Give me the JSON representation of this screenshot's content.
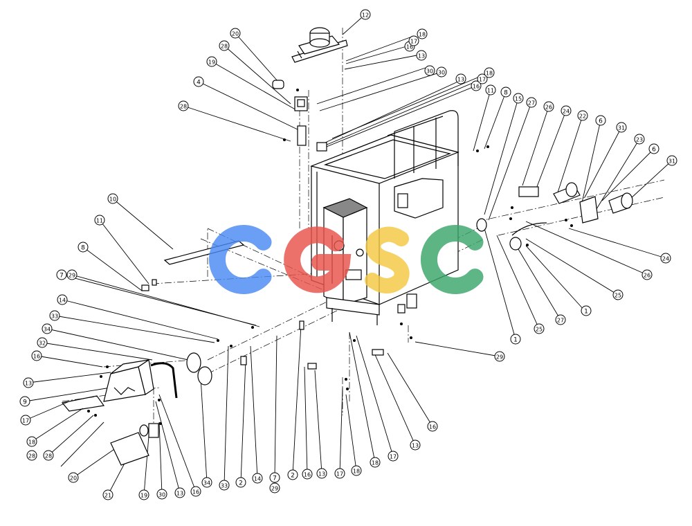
{
  "diagram": {
    "callouts": [
      {
        "label": "1"
      },
      {
        "label": "1"
      },
      {
        "label": "2"
      },
      {
        "label": "2"
      },
      {
        "label": "4"
      },
      {
        "label": "6"
      },
      {
        "label": "6"
      },
      {
        "label": "7"
      },
      {
        "label": "7"
      },
      {
        "label": "8"
      },
      {
        "label": "8"
      },
      {
        "label": "9"
      },
      {
        "label": "10"
      },
      {
        "label": "11"
      },
      {
        "label": "11"
      },
      {
        "label": "12"
      },
      {
        "label": "13"
      },
      {
        "label": "13"
      },
      {
        "label": "13"
      },
      {
        "label": "13"
      },
      {
        "label": "13"
      },
      {
        "label": "13"
      },
      {
        "label": "14"
      },
      {
        "label": "14"
      },
      {
        "label": "15"
      },
      {
        "label": "16"
      },
      {
        "label": "16"
      },
      {
        "label": "16"
      },
      {
        "label": "16"
      },
      {
        "label": "16"
      },
      {
        "label": "16"
      },
      {
        "label": "17"
      },
      {
        "label": "17"
      },
      {
        "label": "17"
      },
      {
        "label": "17"
      },
      {
        "label": "17"
      },
      {
        "label": "18"
      },
      {
        "label": "18"
      },
      {
        "label": "18"
      },
      {
        "label": "18"
      },
      {
        "label": "18"
      },
      {
        "label": "19"
      },
      {
        "label": "19"
      },
      {
        "label": "20"
      },
      {
        "label": "20"
      },
      {
        "label": "21"
      },
      {
        "label": "22"
      },
      {
        "label": "23"
      },
      {
        "label": "24"
      },
      {
        "label": "24"
      },
      {
        "label": "25"
      },
      {
        "label": "25"
      },
      {
        "label": "26"
      },
      {
        "label": "26"
      },
      {
        "label": "27"
      },
      {
        "label": "27"
      },
      {
        "label": "28"
      },
      {
        "label": "28"
      },
      {
        "label": "28"
      },
      {
        "label": "28"
      },
      {
        "label": "29"
      },
      {
        "label": "29"
      },
      {
        "label": "29"
      },
      {
        "label": "30"
      },
      {
        "label": "30"
      },
      {
        "label": "30"
      },
      {
        "label": "31"
      },
      {
        "label": "31"
      },
      {
        "label": "32"
      },
      {
        "label": "33"
      },
      {
        "label": "33"
      },
      {
        "label": "34"
      },
      {
        "label": "34"
      }
    ],
    "watermark": {
      "text": "CGSC",
      "colors": [
        "#4a8af4",
        "#e8534a",
        "#f5c842",
        "#3aa56a"
      ]
    },
    "line_color": "#000000"
  }
}
